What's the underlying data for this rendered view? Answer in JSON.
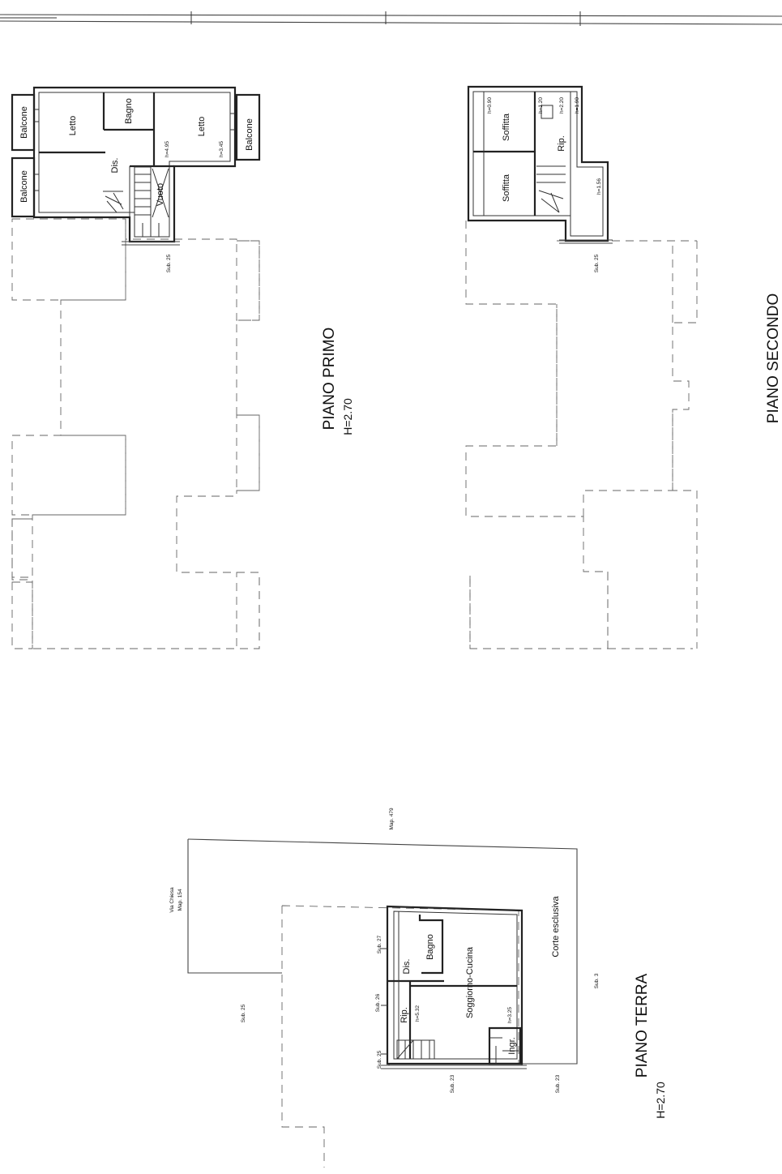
{
  "floors": {
    "primo": {
      "title": "PIANO PRIMO",
      "height": "H=2.70",
      "rooms": [
        "Balcone",
        "Letto",
        "Bagno",
        "Letto",
        "Balcone",
        "Balcone",
        "Dis.",
        "Vuoto"
      ],
      "notes": [
        "h=4.95",
        "h=3.45",
        "Sub. 25"
      ]
    },
    "secondo": {
      "title": "PIANO SECONDO",
      "rooms": [
        "Soffitta",
        "Soffitta",
        "Rip."
      ],
      "notes": [
        "h=0.90",
        "h=1.20",
        "h=2.20",
        "h=1.90",
        "h=1.56",
        "Sub. 25"
      ]
    },
    "terra": {
      "title": "PIANO TERRA",
      "height": "H=2.70",
      "rooms": [
        "Soggiorno-Cucina",
        "Bagno",
        "Dis.",
        "Rip.",
        "Ingr.",
        "Corte esclusiva"
      ],
      "notes": [
        "Map. 479",
        "Via Chiesa",
        "Map. 154",
        "Sub. 27",
        "Sub. 26",
        "Sub. 25",
        "Sub. 25",
        "Sub. 23",
        "Sub. 23",
        "Sub. 3",
        "h=5.32",
        "h=3.25"
      ]
    }
  }
}
